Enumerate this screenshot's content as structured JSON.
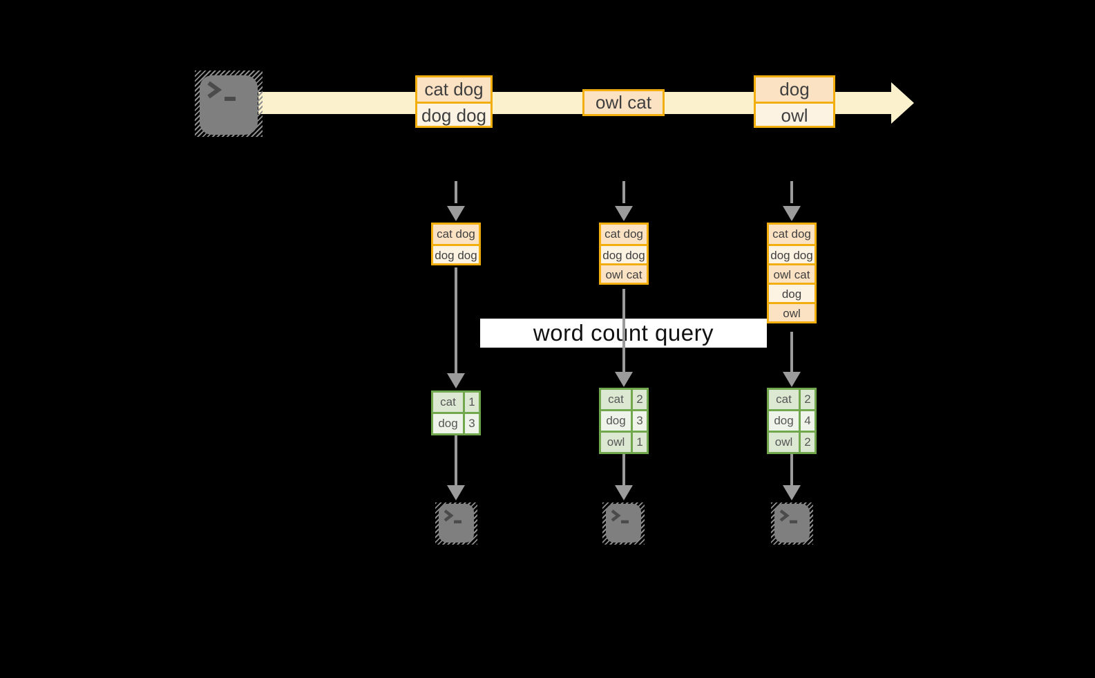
{
  "query_band": {
    "label": "word count query"
  },
  "stream": {
    "messages": [
      {
        "lines": [
          "cat dog",
          "dog dog"
        ]
      },
      {
        "lines": [
          "owl cat"
        ]
      },
      {
        "lines": [
          "dog",
          "owl"
        ]
      }
    ]
  },
  "workers": [
    {
      "buffer": [
        "cat dog",
        "dog dog"
      ],
      "counts": [
        {
          "word": "cat",
          "value": "1"
        },
        {
          "word": "dog",
          "value": "3"
        }
      ]
    },
    {
      "buffer": [
        "cat dog",
        "dog dog",
        "owl cat"
      ],
      "counts": [
        {
          "word": "cat",
          "value": "2"
        },
        {
          "word": "dog",
          "value": "3"
        },
        {
          "word": "owl",
          "value": "1"
        }
      ]
    },
    {
      "buffer": [
        "cat dog",
        "dog dog",
        "owl cat",
        "dog",
        "owl"
      ],
      "counts": [
        {
          "word": "cat",
          "value": "2"
        },
        {
          "word": "dog",
          "value": "4"
        },
        {
          "word": "owl",
          "value": "2"
        }
      ]
    }
  ],
  "colors": {
    "background": "#000000",
    "stream_band": "#fbf1cd",
    "message_border": "#f2ae0c",
    "message_fill_dark": "#fbe2c3",
    "message_fill_light": "#fdf3e3",
    "table_border": "#72a84d",
    "table_fill_dark": "#dce8d2",
    "table_fill_light": "#eef4e9",
    "arrow": "#9b9b9b",
    "terminal": "#7f7f7f",
    "query_band_bg": "#ffffff"
  }
}
